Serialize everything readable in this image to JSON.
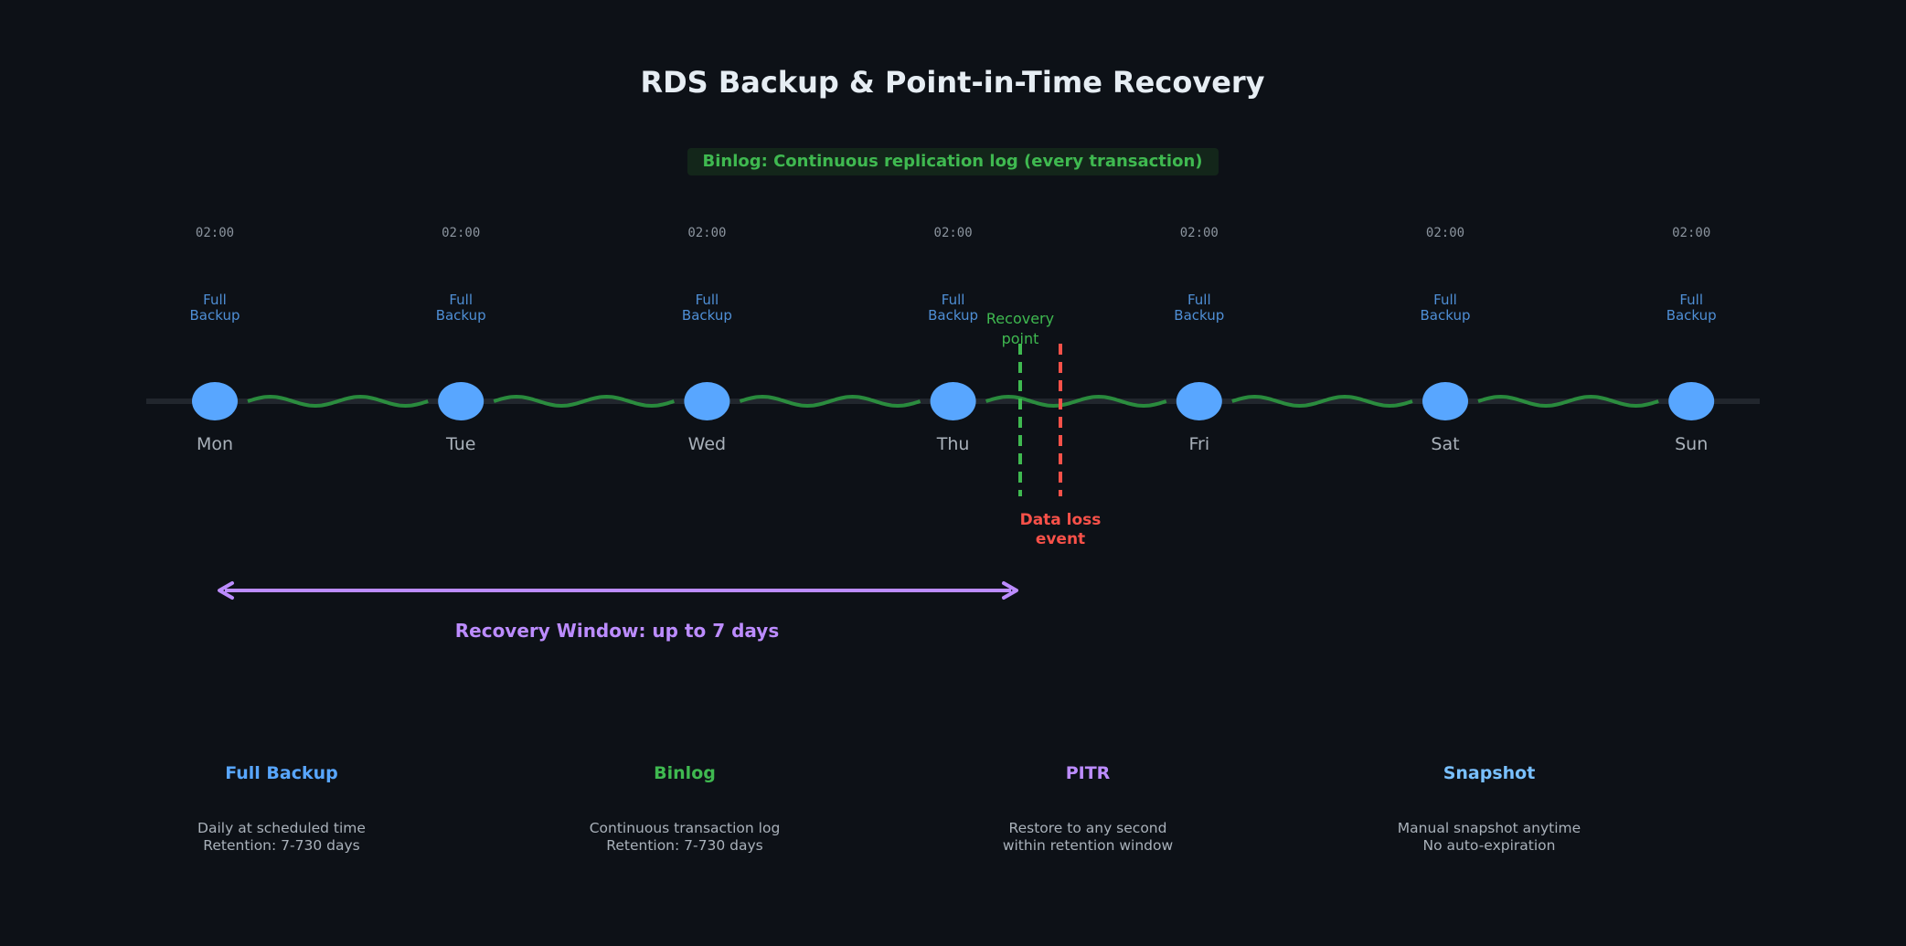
{
  "title": "RDS Backup & Point-in-Time Recovery",
  "binlog_banner": "Binlog: Continuous replication log (every transaction)",
  "days": [
    {
      "day": "Mon",
      "time": "02:00",
      "label_line1": "Full",
      "label_line2": "Backup"
    },
    {
      "day": "Tue",
      "time": "02:00",
      "label_line1": "Full",
      "label_line2": "Backup"
    },
    {
      "day": "Wed",
      "time": "02:00",
      "label_line1": "Full",
      "label_line2": "Backup"
    },
    {
      "day": "Thu",
      "time": "02:00",
      "label_line1": "Full",
      "label_line2": "Backup"
    },
    {
      "day": "Fri",
      "time": "02:00",
      "label_line1": "Full",
      "label_line2": "Backup"
    },
    {
      "day": "Sat",
      "time": "02:00",
      "label_line1": "Full",
      "label_line2": "Backup"
    },
    {
      "day": "Sun",
      "time": "02:00",
      "label_line1": "Full",
      "label_line2": "Backup"
    }
  ],
  "recovery_point": {
    "line1": "Recovery",
    "line2": "point"
  },
  "data_loss": {
    "line1": "Data loss",
    "line2": "event"
  },
  "recovery_window": "Recovery Window: up to 7 days",
  "legend": [
    {
      "title": "Full Backup",
      "line1": "Daily at scheduled time",
      "line2": "Retention: 7-730 days",
      "color": "#58a6ff"
    },
    {
      "title": "Binlog",
      "line1": "Continuous transaction log",
      "line2": "Retention: 7-730 days",
      "color": "#3fb950"
    },
    {
      "title": "PITR",
      "line1": "Restore to any second",
      "line2": "within retention window",
      "color": "#bc8cff"
    },
    {
      "title": "Snapshot",
      "line1": "Manual snapshot anytime",
      "line2": "No auto-expiration",
      "color": "#79c0ff"
    }
  ],
  "colors": {
    "background": "#0d1117",
    "backup_node": "#58a6ff",
    "binlog": "#3fb950",
    "binlog_wave": "#2ea043",
    "data_loss": "#f85149",
    "recovery_window": "#bc8cff",
    "title": "#e6edf3",
    "muted": "#8b949e",
    "day_label": "#a9b1ba",
    "backup_label": "#4f8fd6"
  }
}
